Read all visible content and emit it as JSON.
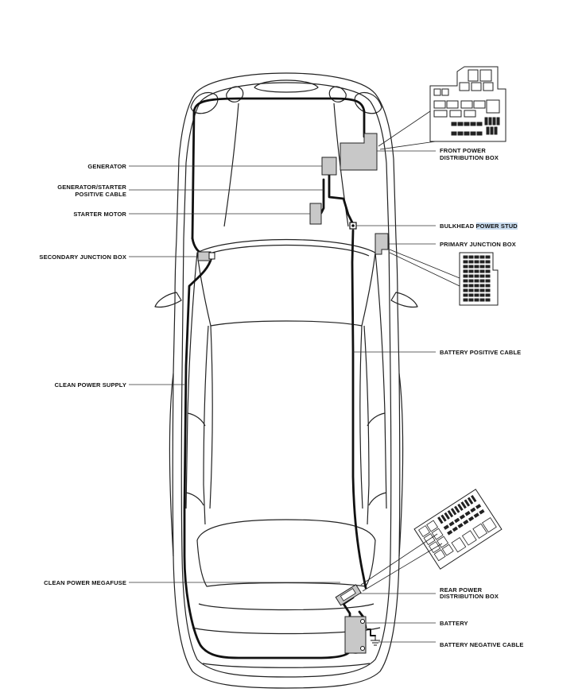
{
  "labels": {
    "generator": "GENERATOR",
    "generator_starter_cable_line1": "GENERATOR/STARTER",
    "generator_starter_cable_line2": "POSITIVE CABLE",
    "starter_motor": "STARTER MOTOR",
    "secondary_junction_box": "SECONDARY JUNCTION BOX",
    "clean_power_supply": "CLEAN POWER SUPPLY",
    "clean_power_megafuse": "CLEAN POWER MEGAFUSE",
    "front_power_distribution_box_line1": "FRONT POWER",
    "front_power_distribution_box_line2": "DISTRIBUTION BOX",
    "bulkhead_power_stud_prefix": "BULKHEAD ",
    "bulkhead_power_stud_highlight": "POWER STUD",
    "primary_junction_box": "PRIMARY JUNCTION BOX",
    "battery_positive_cable": "BATTERY POSITIVE CABLE",
    "rear_power_distribution_box_line1": "REAR POWER",
    "rear_power_distribution_box_line2": "DISTRIBUTION BOX",
    "battery": "BATTERY",
    "battery_negative_cable": "BATTERY NEGATIVE CABLE"
  },
  "colors": {
    "component_fill": "#c8c8c8",
    "highlight": "#c9dcef",
    "ink": "#111111"
  }
}
